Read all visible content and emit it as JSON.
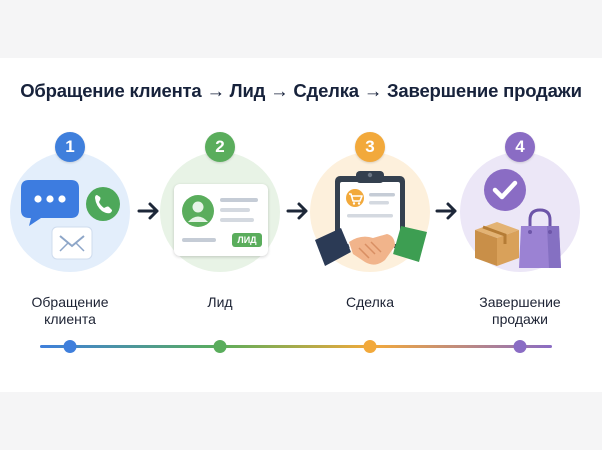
{
  "title": "Обращение клиента → Лид → Сделка → Завершение продажи",
  "steps": [
    {
      "number": "1",
      "label_line1": "Обращение",
      "label_line2": "клиента",
      "color": "#3f7fdc"
    },
    {
      "number": "2",
      "label_line1": "Лид",
      "label_line2": "",
      "color": "#5aad5c"
    },
    {
      "number": "3",
      "label_line1": "Сделка",
      "label_line2": "",
      "color": "#f2a93b"
    },
    {
      "number": "4",
      "label_line1": "Завершение",
      "label_line2": "продажи",
      "color": "#8a6cc4"
    }
  ],
  "lead_card_tag": "ЛИД",
  "colors": {
    "text": "#17223b",
    "halo1": "#e3eefb",
    "halo2": "#e8f3e6",
    "halo3": "#fdf0dc",
    "halo4": "#ece7f7"
  }
}
